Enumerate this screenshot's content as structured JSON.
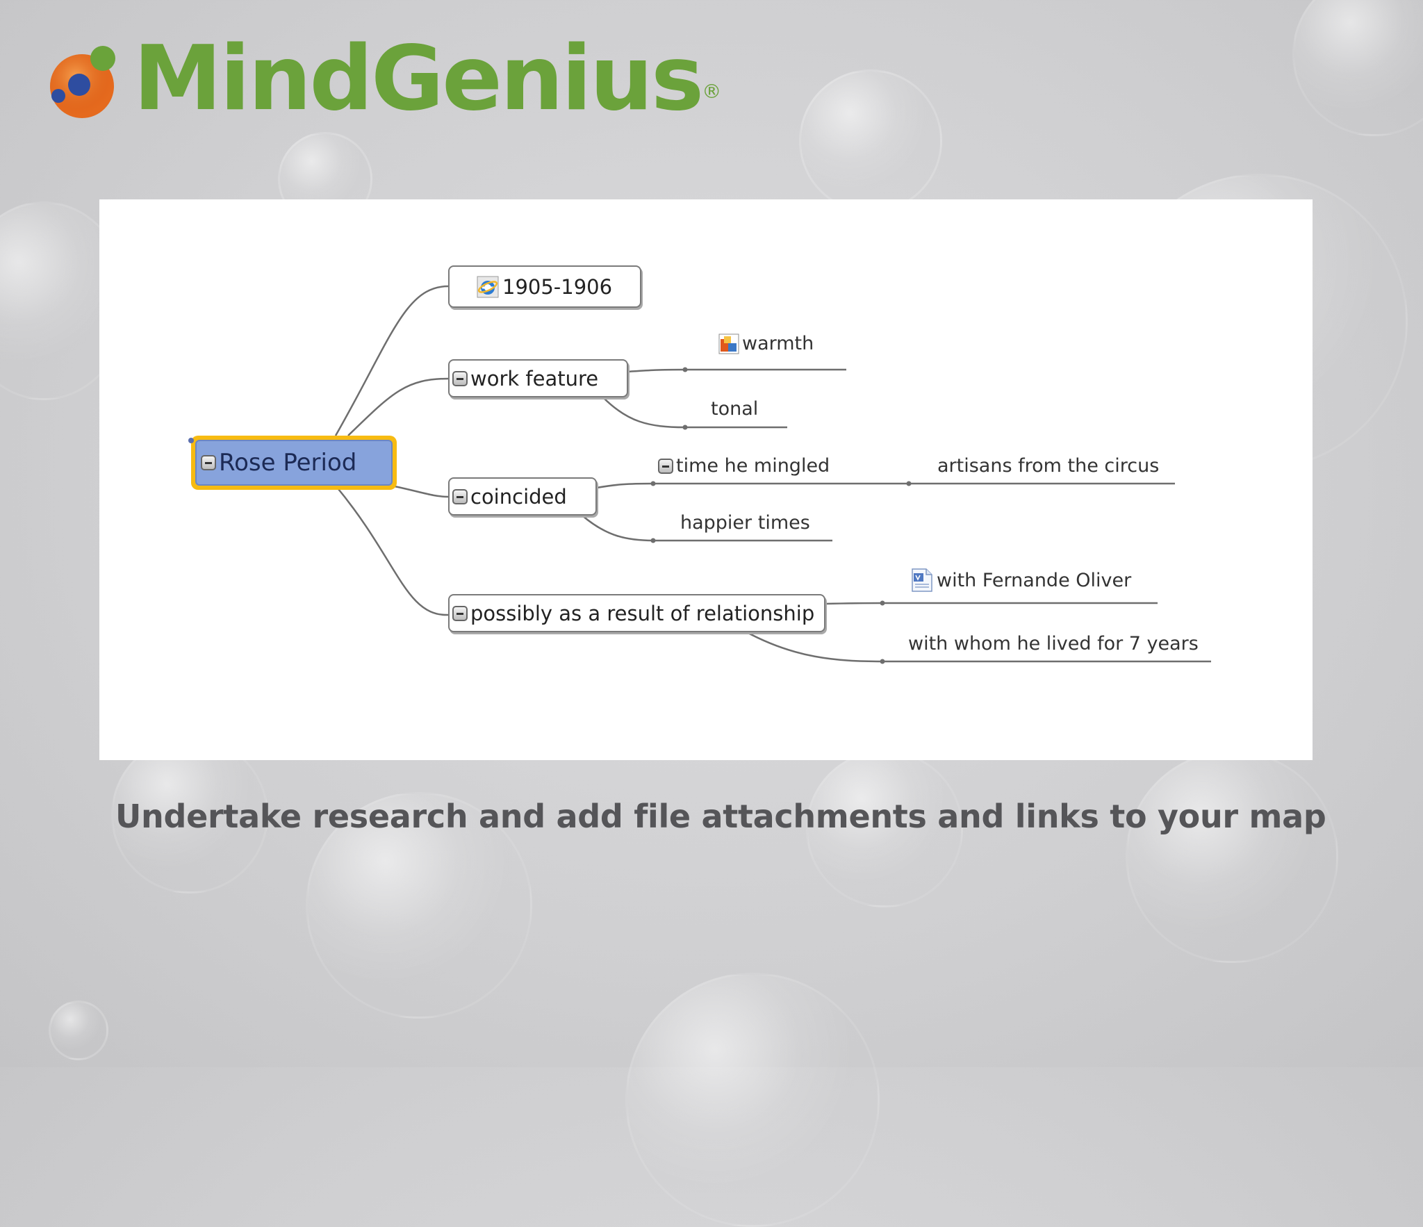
{
  "brand": {
    "name": "MindGenius",
    "registered_mark": "®",
    "color": "#6ba23b"
  },
  "map": {
    "root": {
      "label": "Rose Period",
      "highlight_color": "#f7bb12",
      "fill_color": "#87a3dc"
    },
    "branches": [
      {
        "label": "1905-1906",
        "icon": "internet-link-icon",
        "collapsible": false,
        "children": []
      },
      {
        "label": "work feature",
        "collapsible": true,
        "children": [
          {
            "label": "warmth",
            "icon": "image-attachment-icon"
          },
          {
            "label": "tonal"
          }
        ]
      },
      {
        "label": "coincided",
        "collapsible": true,
        "children": [
          {
            "label": "time he mingled",
            "collapsible": true,
            "children": [
              {
                "label": "artisans from the circus"
              }
            ]
          },
          {
            "label": "happier times"
          }
        ]
      },
      {
        "label": "possibly as a result of relationship",
        "collapsible": true,
        "children": [
          {
            "label": "with Fernande Oliver",
            "icon": "document-attachment-icon"
          },
          {
            "label": "with whom he lived for 7 years"
          }
        ]
      }
    ]
  },
  "caption": "Undertake research and add file attachments and links to your map"
}
